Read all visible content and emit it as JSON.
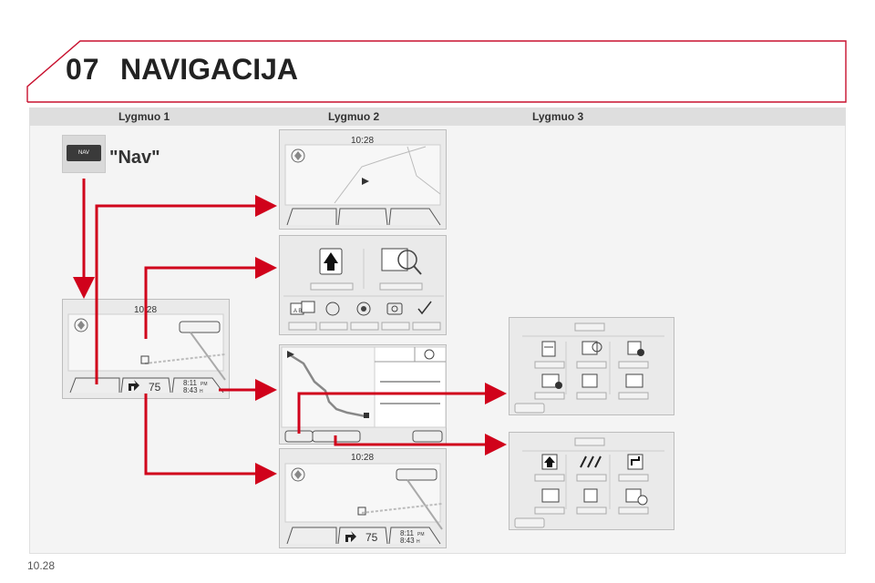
{
  "header": {
    "chapter_number": "07",
    "chapter_title": "NAVIGACIJA"
  },
  "levels": {
    "level1": "Lygmuo 1",
    "level2": "Lygmuo 2",
    "level3": "Lygmuo 3"
  },
  "nav_button": {
    "icon_text": "NAV",
    "label": "\"Nav\""
  },
  "screens": {
    "time": "10:28",
    "speed": "75",
    "arrival_time": "8:11",
    "arrival_suffix": "PM",
    "duration": "8:43",
    "duration_suffix": "H"
  },
  "icons": {
    "menu_ab": "A B",
    "map_flags": "P"
  },
  "footer": {
    "page_number": "10.28"
  },
  "colors": {
    "accent_red": "#d0021b",
    "header_line": "#c8102e",
    "panel_bg": "#f4f4f4"
  }
}
